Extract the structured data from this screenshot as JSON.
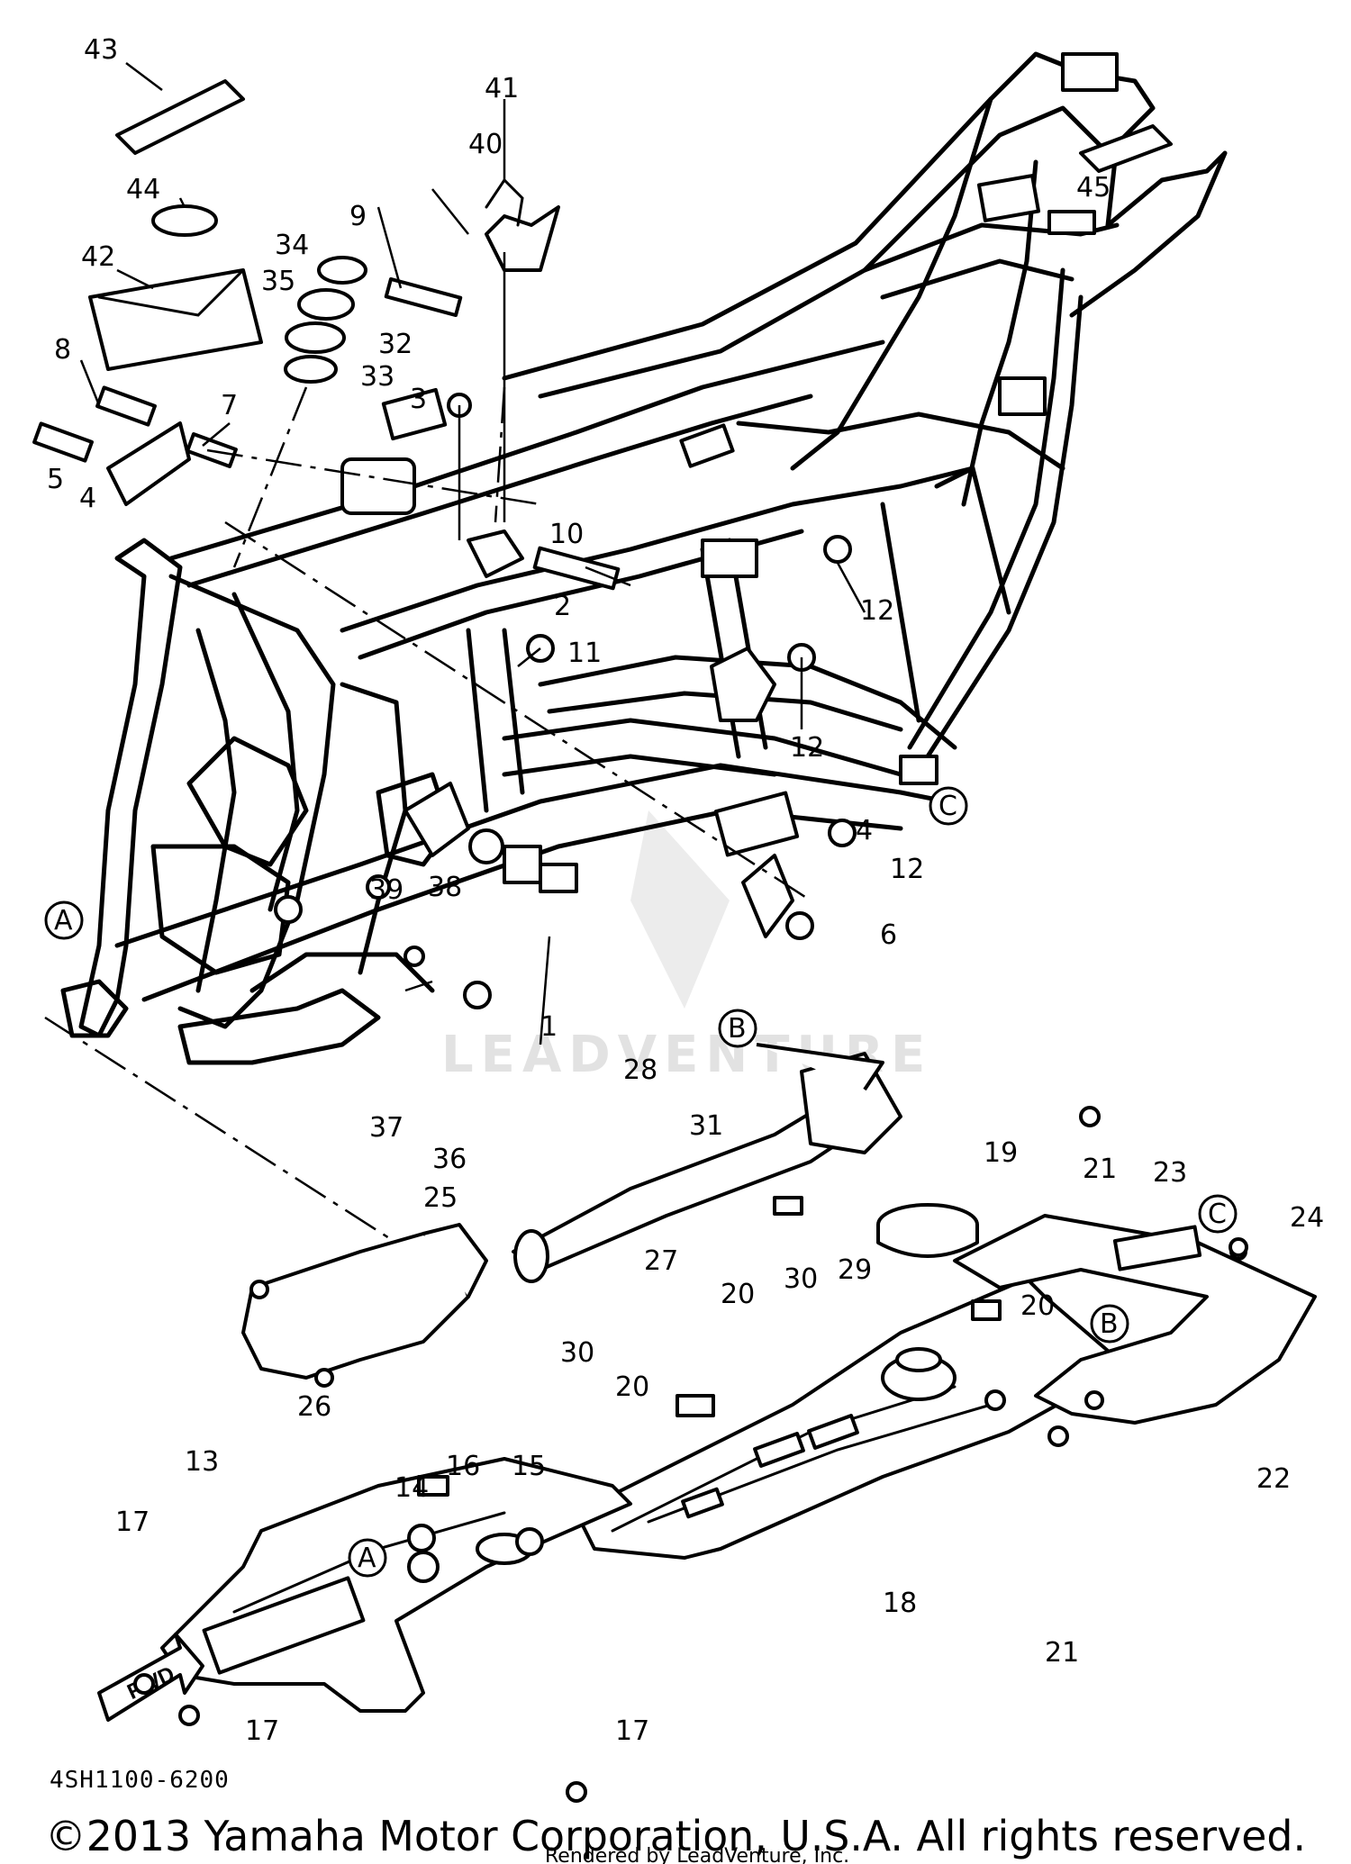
{
  "diagram": {
    "part_code": "4SH1100-6200",
    "copyright": "©2013 Yamaha Motor Corporation, U.S.A. All rights reserved.",
    "rendered_by": "Rendered by LeadVenture, Inc.",
    "watermark": "LEADVENTURE",
    "fwd_label": "FWD"
  },
  "callouts": [
    {
      "id": "c43",
      "text": "43"
    },
    {
      "id": "c44",
      "text": "44"
    },
    {
      "id": "c42",
      "text": "42"
    },
    {
      "id": "c41",
      "text": "41"
    },
    {
      "id": "c40",
      "text": "40"
    },
    {
      "id": "c9",
      "text": "9"
    },
    {
      "id": "c34",
      "text": "34"
    },
    {
      "id": "c35",
      "text": "35"
    },
    {
      "id": "c32",
      "text": "32"
    },
    {
      "id": "c33",
      "text": "33"
    },
    {
      "id": "c3",
      "text": "3"
    },
    {
      "id": "c8",
      "text": "8"
    },
    {
      "id": "c7",
      "text": "7"
    },
    {
      "id": "c5",
      "text": "5"
    },
    {
      "id": "c4a",
      "text": "4"
    },
    {
      "id": "c45",
      "text": "45"
    },
    {
      "id": "c10",
      "text": "10"
    },
    {
      "id": "c2",
      "text": "2"
    },
    {
      "id": "c11",
      "text": "11"
    },
    {
      "id": "c12a",
      "text": "12"
    },
    {
      "id": "c12b",
      "text": "12"
    },
    {
      "id": "c4b",
      "text": "4"
    },
    {
      "id": "c12c",
      "text": "12"
    },
    {
      "id": "c6",
      "text": "6"
    },
    {
      "id": "c39",
      "text": "39"
    },
    {
      "id": "c38",
      "text": "38"
    },
    {
      "id": "c1",
      "text": "1"
    },
    {
      "id": "c37",
      "text": "37"
    },
    {
      "id": "c36",
      "text": "36"
    },
    {
      "id": "c28",
      "text": "28"
    },
    {
      "id": "c31",
      "text": "31"
    },
    {
      "id": "c19",
      "text": "19"
    },
    {
      "id": "c21a",
      "text": "21"
    },
    {
      "id": "c23",
      "text": "23"
    },
    {
      "id": "c24",
      "text": "24"
    },
    {
      "id": "c25",
      "text": "25"
    },
    {
      "id": "c27",
      "text": "27"
    },
    {
      "id": "c30a",
      "text": "30"
    },
    {
      "id": "c29",
      "text": "29"
    },
    {
      "id": "c20a",
      "text": "20"
    },
    {
      "id": "c20b",
      "text": "20"
    },
    {
      "id": "c30b",
      "text": "30"
    },
    {
      "id": "c20c",
      "text": "20"
    },
    {
      "id": "c26",
      "text": "26"
    },
    {
      "id": "c22",
      "text": "22"
    },
    {
      "id": "c13",
      "text": "13"
    },
    {
      "id": "c16",
      "text": "16"
    },
    {
      "id": "c15",
      "text": "15"
    },
    {
      "id": "c14",
      "text": "14"
    },
    {
      "id": "c17a",
      "text": "17"
    },
    {
      "id": "c18",
      "text": "18"
    },
    {
      "id": "c21b",
      "text": "21"
    },
    {
      "id": "c17b",
      "text": "17"
    },
    {
      "id": "c17c",
      "text": "17"
    }
  ],
  "reference_marks": [
    {
      "id": "refA1",
      "text": "A"
    },
    {
      "id": "refB1",
      "text": "B"
    },
    {
      "id": "refC1",
      "text": "C"
    },
    {
      "id": "refC2",
      "text": "C"
    },
    {
      "id": "refB2",
      "text": "B"
    },
    {
      "id": "refA2",
      "text": "A"
    }
  ]
}
